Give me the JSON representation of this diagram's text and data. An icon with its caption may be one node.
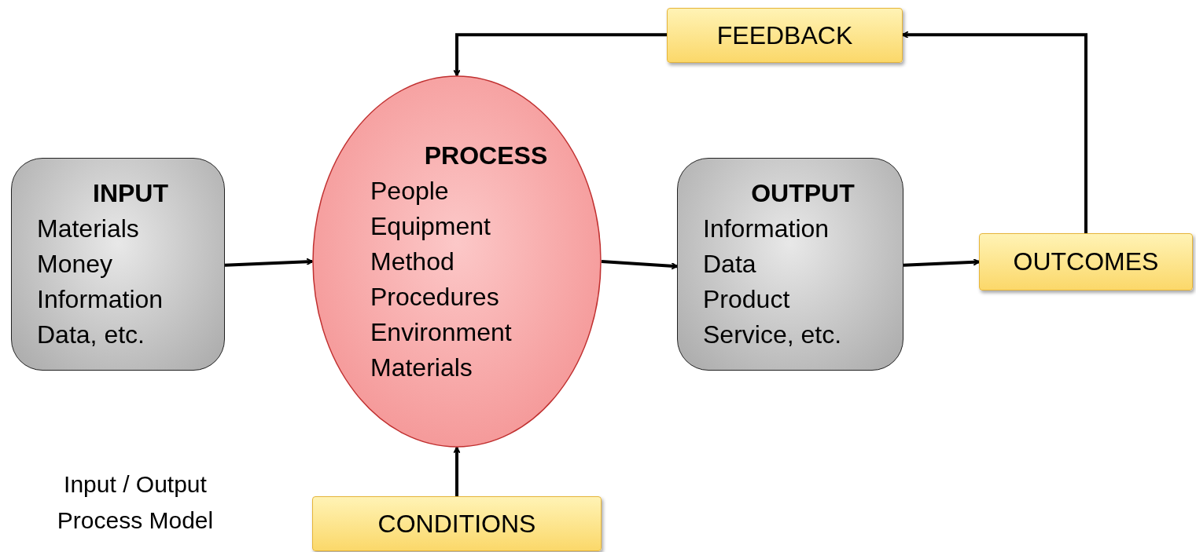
{
  "diagram": {
    "nodes": [
      {
        "text": [
          "FEEDBACK"
        ]
      },
      {
        "text": [
          "INPUT",
          "Materials",
          "Money",
          "Information",
          "Data, etc."
        ]
      },
      {
        "text": [
          "PROCESS",
          "People",
          "Equipment",
          "Method",
          "Procedures",
          "Environment",
          "Materials"
        ]
      },
      {
        "text": [
          "OUTPUT",
          "Information",
          "Data",
          "Product",
          "Service, etc."
        ]
      },
      {
        "text": [
          "OUTCOMES"
        ]
      },
      {
        "text": [
          "CONDITIONS"
        ]
      }
    ],
    "edges": [
      {
        "from": 1,
        "to": 2,
        "arrow": "to"
      },
      {
        "from": 2,
        "to": 3,
        "arrow": "to"
      },
      {
        "from": 3,
        "to": 4,
        "arrow": "to"
      },
      {
        "from": 4,
        "to": 0,
        "arrow": "to"
      },
      {
        "from": 0,
        "to": 2,
        "arrow": "to"
      },
      {
        "from": 5,
        "to": 2,
        "arrow": "to"
      }
    ],
    "labels": [
      "Input / Output",
      "Process Model"
    ]
  }
}
